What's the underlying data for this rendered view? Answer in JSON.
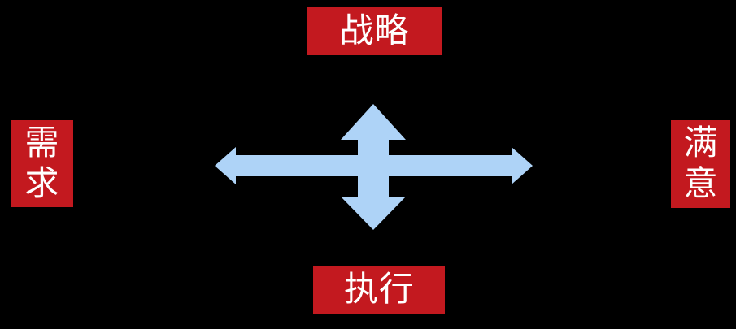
{
  "colors": {
    "background": "#000000",
    "node_fill": "#C3191F",
    "node_text": "#FFFFFF",
    "arrow": "#AED3F7"
  },
  "nodes": {
    "top": {
      "label": "战略"
    },
    "bottom": {
      "label": "执行"
    },
    "left": {
      "label": "需求"
    },
    "right": {
      "label": "满意"
    }
  }
}
